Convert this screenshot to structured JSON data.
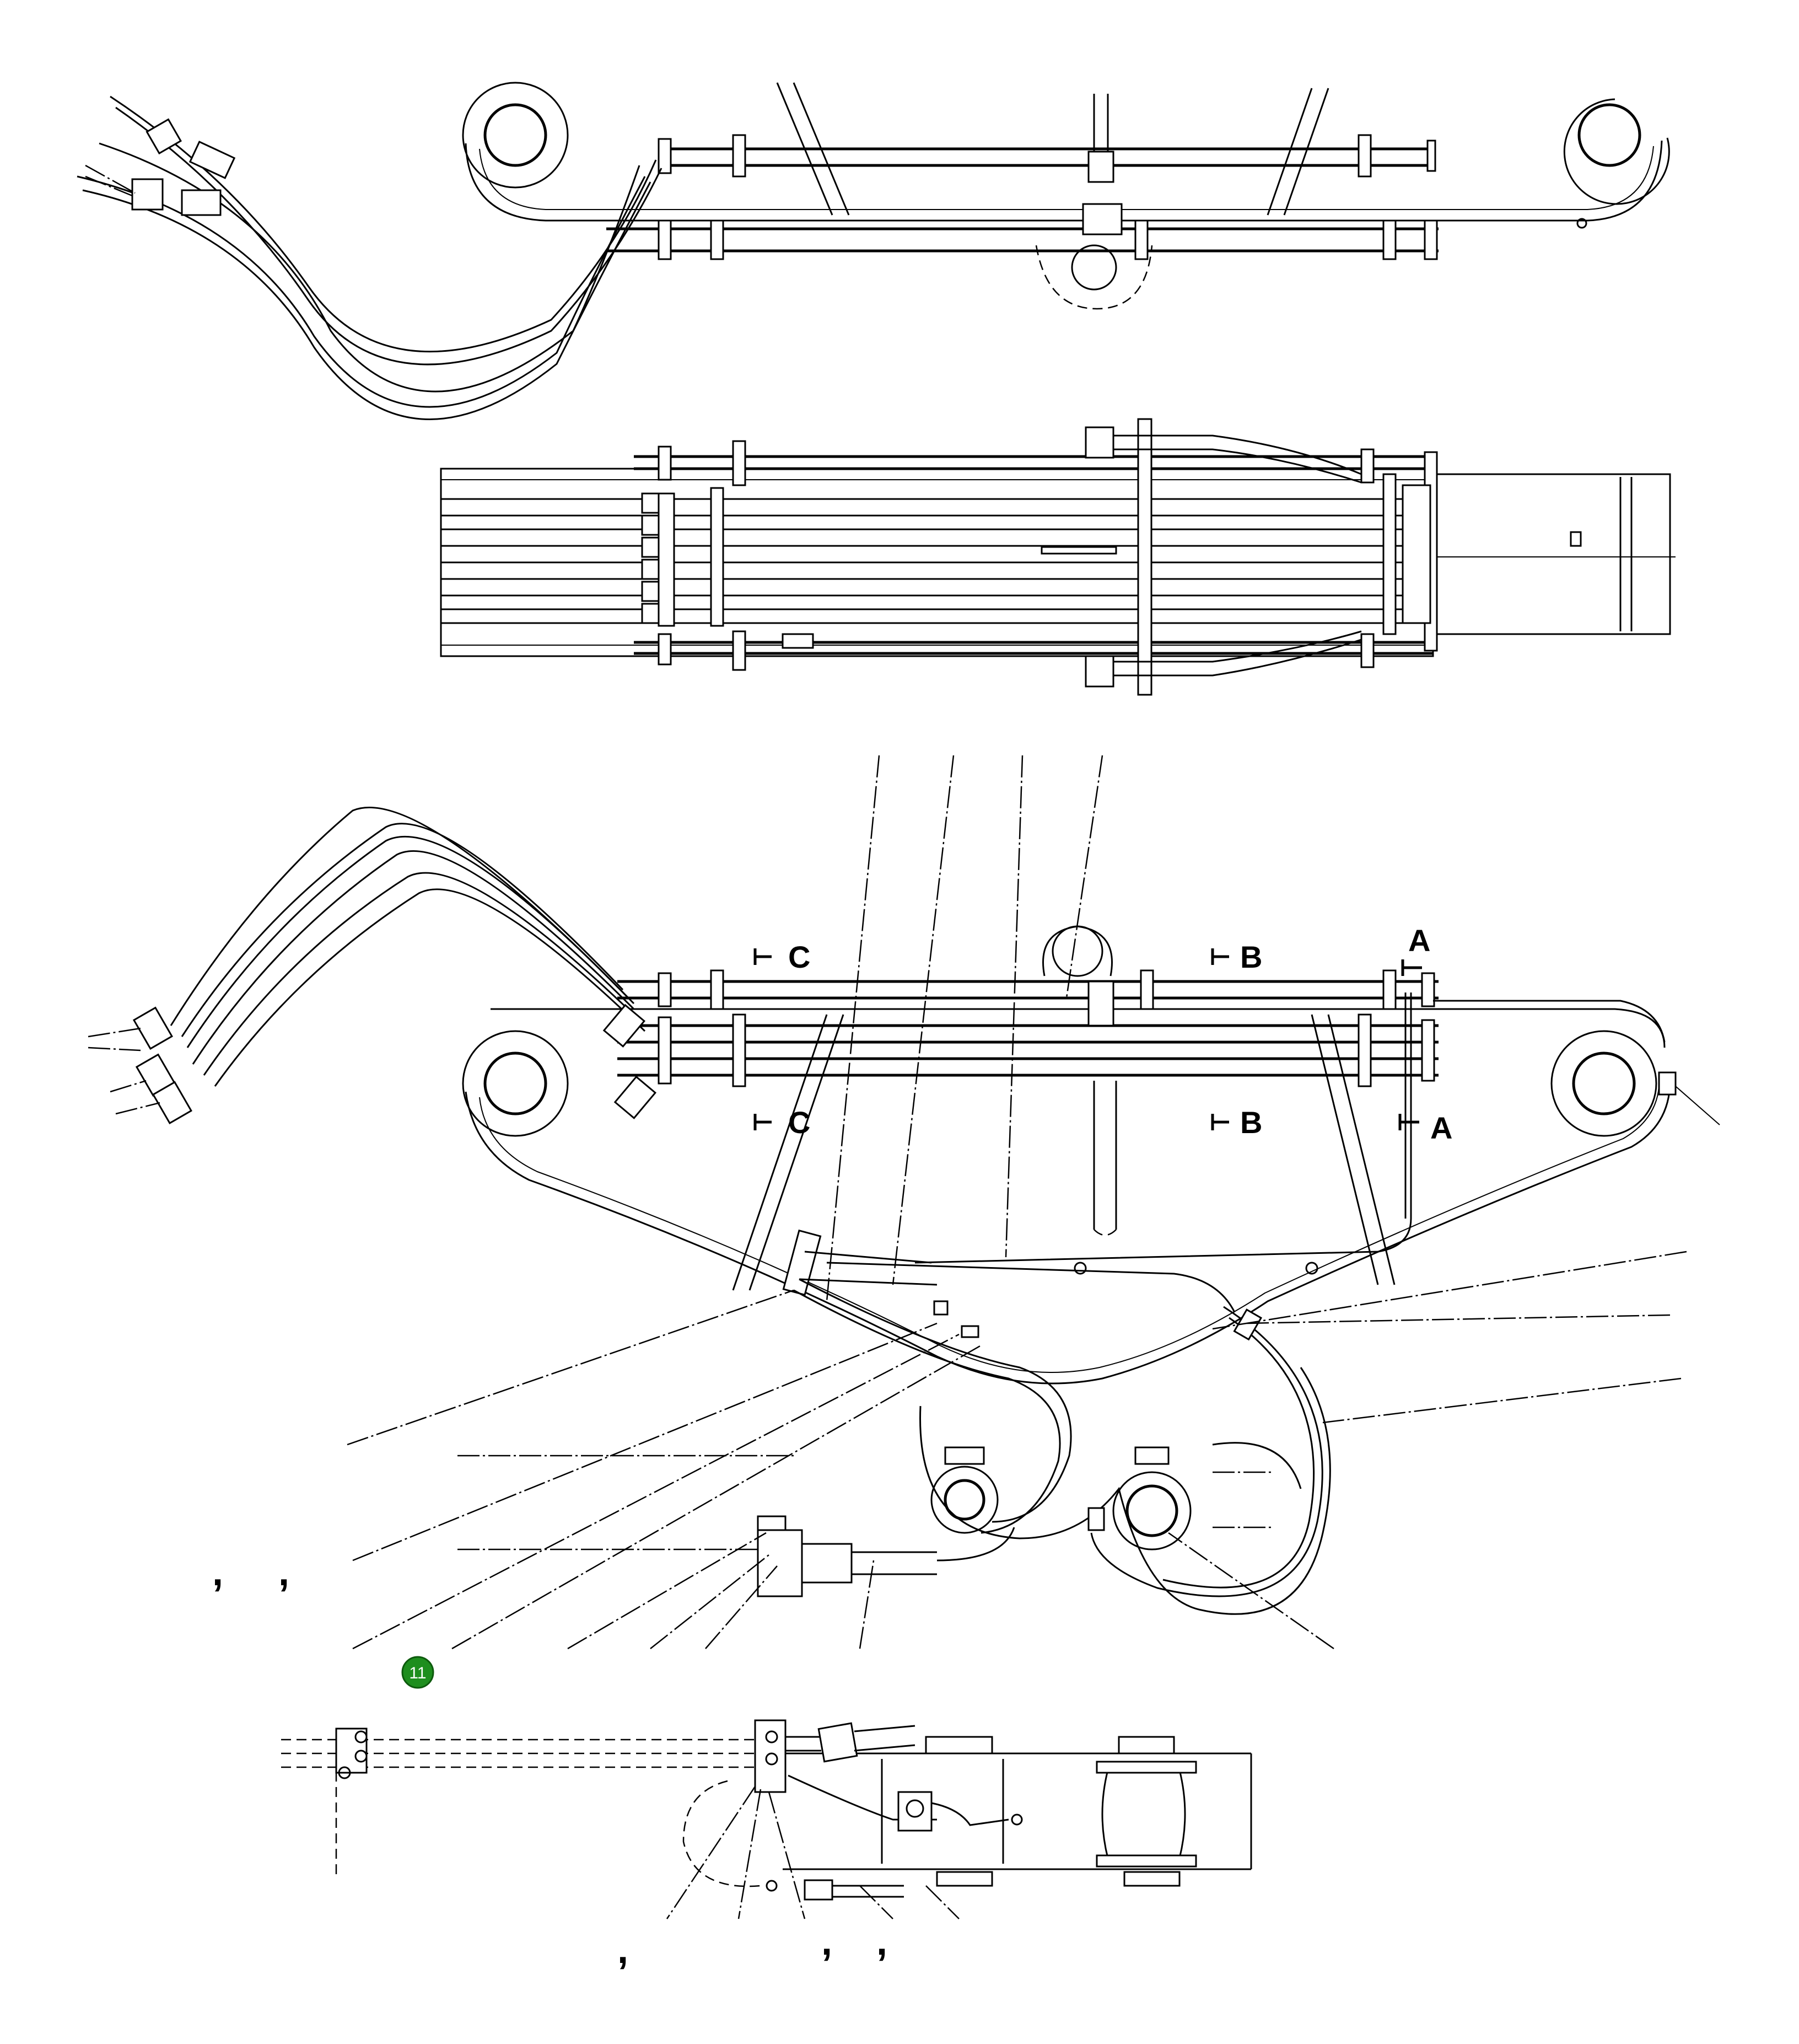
{
  "section_labels": {
    "c_top": "C",
    "b_top": "B",
    "a_top": "A",
    "c_bottom": "C",
    "b_bottom": "B",
    "a_bottom": "A"
  },
  "callout_badge": {
    "label": "11",
    "color": "#1e8e1e"
  },
  "separators": {
    "s1": ",",
    "s2": ",",
    "s3": ",",
    "s4": ",",
    "s5": ","
  }
}
